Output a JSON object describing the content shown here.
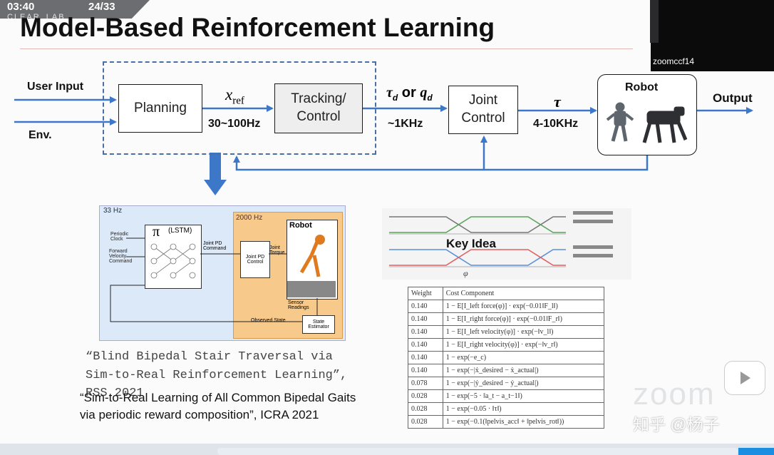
{
  "status": {
    "time": "03:40",
    "pages": "24/33",
    "lab": "CLEAR_LAB"
  },
  "slide": {
    "title": "Model-Based Reinforcement Learning"
  },
  "video": {
    "name": "zoomccf14"
  },
  "diagram": {
    "user_input": "User Input",
    "env": "Env.",
    "planning": "Planning",
    "x_ref": "x",
    "x_ref_sub": "ref",
    "rate1": "30~100Hz",
    "tracking": "Tracking/\nControl",
    "tau_q": "τ",
    "tau_q_rest": "or",
    "q_d": "q",
    "rate2": "~1KHz",
    "joint": "Joint\nControl",
    "tau": "τ",
    "rate3": "4-10KHz",
    "robot": "Robot",
    "output": "Output"
  },
  "lstm_figure": {
    "rate_left": "33 Hz",
    "rate_right": "2000 Hz",
    "periodic_clock": "Periodic\nClock",
    "forward_velocity": "Forward\nVelocity\nCommand",
    "pi": "π",
    "lstm": "(LSTM)",
    "joint_pd_command": "Joint PD\nCommand",
    "joint_pd_control": "Joint PD\nControl",
    "joint_torque": "Joint\nTorque",
    "robot": "Robot",
    "sensor_readings": "Sensor\nReadings",
    "observed_state": "Observed State",
    "state_estimator": "State\nEstimator"
  },
  "key_idea": {
    "label": "Key Idea",
    "phi": "φ"
  },
  "cost_table": {
    "headers": [
      "Weight",
      "Cost Component"
    ],
    "rows": [
      [
        "0.140",
        "1 − E[I_left force(φ)] · exp(−0.01‖F_l‖)"
      ],
      [
        "0.140",
        "1 − E[I_right force(φ)] · exp(−0.01‖F_r‖)"
      ],
      [
        "0.140",
        "1 − E[I_left velocity(φ)] · exp(−‖v_l‖)"
      ],
      [
        "0.140",
        "1 − E[I_right velocity(φ)] · exp(−‖v_r‖)"
      ],
      [
        "0.140",
        "1 − exp(−e_c)"
      ],
      [
        "0.140",
        "1 − exp(−|ẋ_desired − ẋ_actual|)"
      ],
      [
        "0.078",
        "1 − exp(−|ẏ_desired − ẏ_actual|)"
      ],
      [
        "0.028",
        "1 − exp(−5 · ‖a_t − a_t−1‖)"
      ],
      [
        "0.028",
        "1 − exp(−0.05 · ‖τ‖)"
      ],
      [
        "0.028",
        "1 − exp(−0.1(‖pelvis_acc‖ + ‖pelvis_rot‖))"
      ]
    ]
  },
  "citations": {
    "first": "“Blind Bipedal Stair Traversal via\nSim-to-Real Reinforcement Learning”,\nRSS 2021",
    "second": "“Sim-to-Real Learning of All Common Bipedal Gaits\nvia periodic reward composition”, ICRA 2021"
  },
  "watermark": "知乎 @杨子",
  "zoom_watermark": "zoom",
  "colors": {
    "arrow": "#3d78c8",
    "dashed": "#4a6ea8",
    "orange_panel": "#f7c98a",
    "blue_panel": "#dce9f8"
  }
}
